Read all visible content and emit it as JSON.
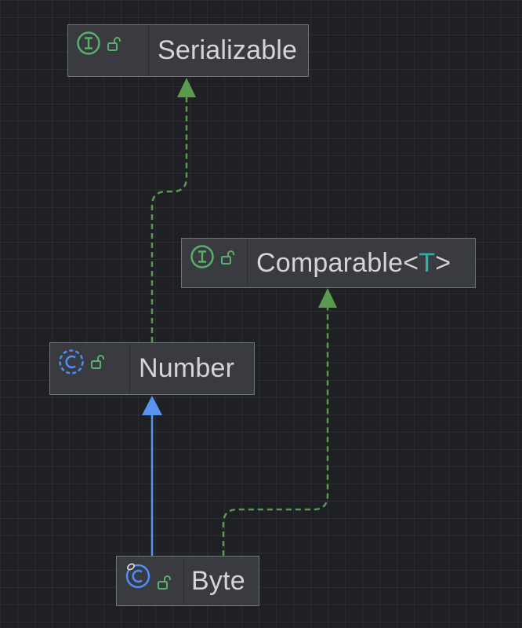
{
  "diagram": {
    "nodes": {
      "serializable": {
        "kind_icon": "interface-icon",
        "access_icon": "public-lock-icon",
        "name": "Serializable"
      },
      "comparable": {
        "kind_icon": "interface-icon",
        "access_icon": "public-lock-icon",
        "name": "Comparable",
        "open": "<",
        "type_param": "T",
        "close": ">"
      },
      "number": {
        "kind_icon": "abstract-class-icon",
        "access_icon": "public-lock-icon",
        "name": "Number"
      },
      "byte": {
        "kind_icon": "final-class-icon",
        "access_icon": "public-lock-icon",
        "name": "Byte"
      }
    },
    "edges": [
      {
        "from": "number",
        "to": "serializable",
        "type": "implements",
        "style": "dashed",
        "color": "#5a9a4f"
      },
      {
        "from": "byte",
        "to": "comparable",
        "type": "implements",
        "style": "dashed",
        "color": "#5a9a4f"
      },
      {
        "from": "byte",
        "to": "number",
        "type": "extends",
        "style": "solid",
        "color": "#5794f2"
      }
    ]
  },
  "colors": {
    "background": "#1f2023",
    "node_fill": "#393b40",
    "node_border": "#6f737a",
    "interface_green": "#5aaf6a",
    "class_blue": "#4d8ef7",
    "type_param_teal": "#2bb3a8",
    "text": "#d3d5d9"
  }
}
